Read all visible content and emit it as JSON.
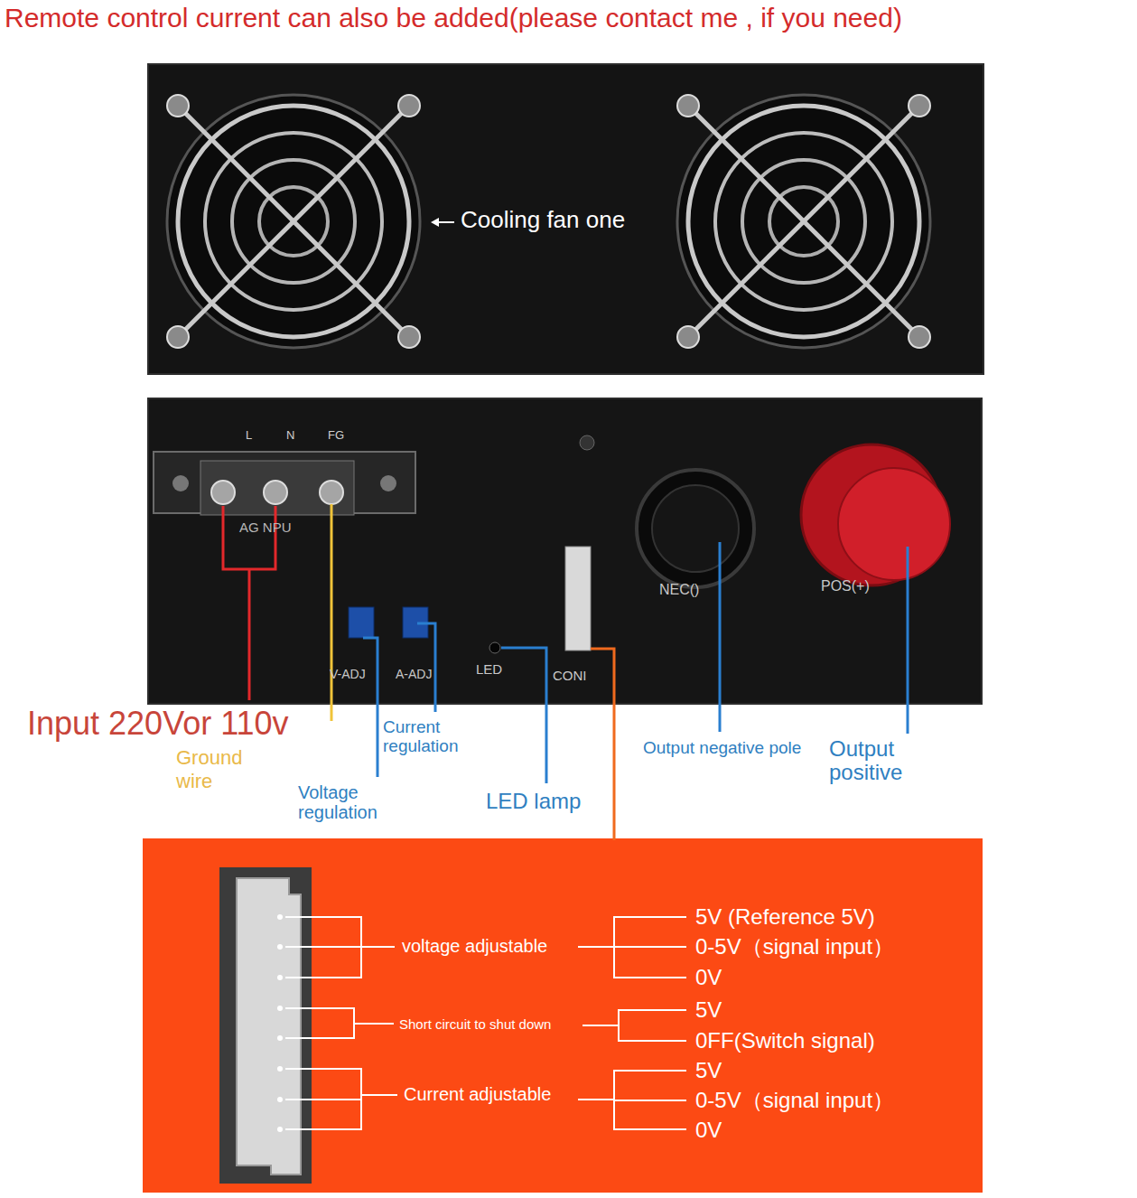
{
  "diagram": {
    "nodes": [
      {
        "text": [
          "Cooling fan one"
        ]
      },
      {
        "text": [
          "L",
          "N",
          "FG",
          "AG NPU",
          "V-ADJ",
          "A-ADJ",
          "LED",
          "CONI",
          "NEC()",
          "POS(+)"
        ]
      },
      {
        "text": [
          "voltage adjustable",
          "5V (Reference 5V)",
          "0-5V（signal input）",
          "0V",
          "Short circuit to shut down",
          "5V",
          "0FF(Switch signal)",
          "Current adjustable",
          "5V",
          "0-5V（signal input）",
          "0V"
        ]
      }
    ],
    "labels": [
      "Remote control current can also be added(please contact me , if you need)",
      "Input 220Vor 110v",
      "Ground wire",
      "Voltage regulation",
      "Current regulation",
      "LED lamp",
      "Output negative pole",
      "Output positive"
    ]
  }
}
